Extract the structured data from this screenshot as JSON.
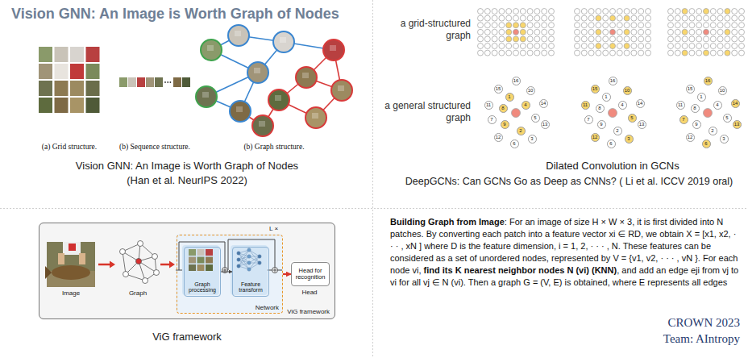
{
  "diagram": {
    "title": "Vision GNN: An Image is Worth Graph of Nodes",
    "nodes": [
      {
        "text": [
          "16"
        ]
      },
      {
        "text": [
          "15"
        ]
      },
      {
        "text": [
          "1"
        ]
      },
      {
        "text": [
          "10"
        ]
      },
      {
        "text": [
          "11"
        ]
      },
      {
        "text": [
          "8"
        ]
      },
      {
        "text": [
          "4"
        ]
      },
      {
        "text": [
          "14"
        ]
      },
      {
        "text": [
          "7"
        ]
      },
      {
        "text": [
          "5"
        ]
      },
      {
        "text": [
          "9"
        ]
      },
      {
        "text": [
          "13"
        ]
      },
      {
        "text": [
          "12"
        ]
      },
      {
        "text": [
          "2"
        ]
      },
      {
        "text": [
          "3"
        ]
      },
      {
        "text": [
          "6"
        ]
      },
      {
        "text": [
          "16"
        ]
      },
      {
        "text": [
          "15"
        ]
      },
      {
        "text": [
          "1"
        ]
      },
      {
        "text": [
          "10"
        ]
      },
      {
        "text": [
          "11"
        ]
      },
      {
        "text": [
          "8"
        ]
      },
      {
        "text": [
          "4"
        ]
      },
      {
        "text": [
          "14"
        ]
      },
      {
        "text": [
          "7"
        ]
      },
      {
        "text": [
          "5"
        ]
      },
      {
        "text": [
          "9"
        ]
      },
      {
        "text": [
          "13"
        ]
      },
      {
        "text": [
          "12"
        ]
      },
      {
        "text": [
          "2"
        ]
      },
      {
        "text": [
          "3"
        ]
      },
      {
        "text": [
          "6"
        ]
      },
      {
        "text": [
          "16"
        ]
      },
      {
        "text": [
          "15"
        ]
      },
      {
        "text": [
          "1"
        ]
      },
      {
        "text": [
          "10"
        ]
      },
      {
        "text": [
          "11"
        ]
      },
      {
        "text": [
          "8"
        ]
      },
      {
        "text": [
          "4"
        ]
      },
      {
        "text": [
          "14"
        ]
      },
      {
        "text": [
          "7"
        ]
      },
      {
        "text": [
          "5"
        ]
      },
      {
        "text": [
          "9"
        ]
      },
      {
        "text": [
          "13"
        ]
      },
      {
        "text": [
          "12"
        ]
      },
      {
        "text": [
          "2"
        ]
      },
      {
        "text": [
          "3"
        ]
      },
      {
        "text": [
          "6"
        ]
      },
      {
        "text": [
          "ViG framework"
        ]
      },
      {
        "text": [
          "Network"
        ],
        "in": 48
      },
      {
        "text": [
          "Graph processing"
        ],
        "in": 49
      },
      {
        "text": [
          "Feature transform"
        ],
        "in": 49
      },
      {
        "text": [
          "Head for recognition"
        ],
        "in": 48
      }
    ],
    "edges": [
      {
        "from": 50,
        "to": 51,
        "arrow": "to"
      },
      {
        "from": 49,
        "to": 52,
        "arrow": "to"
      }
    ],
    "labels": [
      "(a) Grid structure.",
      "(b) Sequence structure.",
      "(b) Graph structure.",
      "Vision GNN: An Image is Worth Graph of Nodes",
      "(Han et al. NeurIPS 2022)",
      "a grid-structured graph",
      "a general structured graph",
      "Dilated Convolution in GCNs",
      "DeepGCNs: Can GCNs Go as Deep as CNNs? ( Li et al. ICCV 2019 oral)",
      "Image",
      "Graph",
      "L ×",
      "Head",
      "ViG framework",
      "Building Graph from Image",
      ": For an image of size H × W × 3, it is first divided into N patches. By converting each patch into a feature vector xi ∈ RD, we obtain X = [x1, x2, · · · , xN ] where D is the feature dimension, i = 1, 2, · · · , N. These features can be considered as a set of unordered nodes, represented by V = {v1, v2, · · · , vN }. For each node vi, ",
      "find its K nearest neighbor nodes N (vi) (KNN)",
      ", and add an edge eji from vj to vi for all vj ∈ N (vi). Then a graph G = (V, E) is obtained, where E represents all edges",
      "CROWN 2023",
      "Team: AIntropy"
    ]
  }
}
